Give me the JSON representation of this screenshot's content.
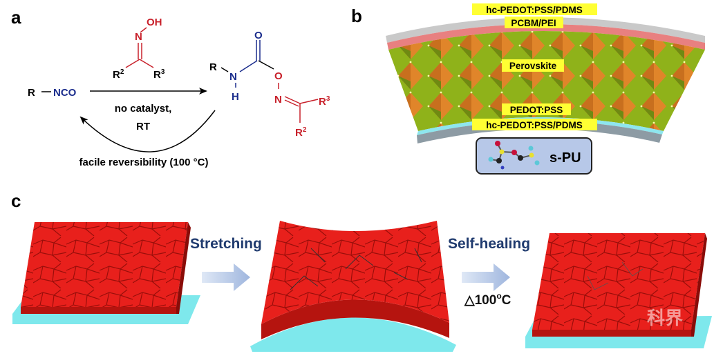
{
  "panels": {
    "a": {
      "label": "a",
      "oxime": {
        "oh": "OH",
        "n": "N",
        "r2": "R",
        "r2_sup": "2",
        "r3": "R",
        "r3_sup": "3"
      },
      "reactant": {
        "r": "R",
        "nco": "NCO"
      },
      "conditions": [
        "no catalyst,",
        "RT"
      ],
      "reverse_label": "facile reversibility (100 °C)",
      "product": {
        "r": "R",
        "n": "N",
        "h": "H",
        "o_carbonyl": "O",
        "o_ester": "O",
        "n_oxime": "N",
        "r3": "R",
        "r3_sup": "3",
        "r2": "R",
        "r2_sup": "2"
      }
    },
    "b": {
      "label": "b",
      "layers": [
        "hc-PEDOT:PSS/PDMS",
        "PCBM/PEI",
        "Perovskite",
        "PEDOT:PSS",
        "hc-PEDOT:PSS/PDMS"
      ],
      "legend": "s-PU",
      "colors": {
        "perovskite": "#8fb21a",
        "octahedra": "#e0852a",
        "pcbm": "#e88080",
        "pedot": "#8ee6ee",
        "pdms": "#9aa8b0",
        "label_bg": "#ffff33"
      }
    },
    "c": {
      "label": "c",
      "step1": "Stretching",
      "step2": "Self-healing",
      "condition": "△100",
      "condition_sup": "o",
      "condition_unit": "C",
      "colors": {
        "film": "#e8201c",
        "substrate": "#7ee8ec",
        "arrow": "#a8bde0",
        "text": "#1f3a6e"
      }
    }
  },
  "watermark": "科界"
}
